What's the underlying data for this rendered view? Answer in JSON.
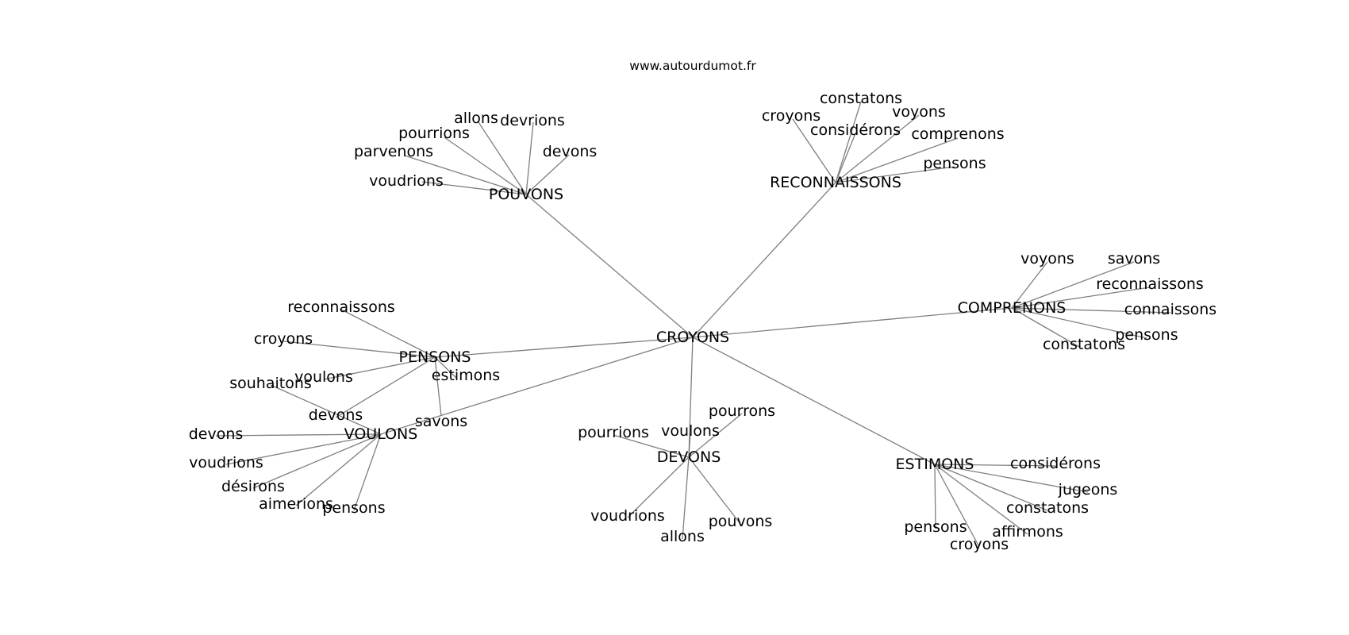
{
  "site": "www.autourdumot.fr",
  "graph": {
    "root": "CROYONS",
    "hubs": [
      {
        "id": "POUVONS",
        "label": "POUVONS",
        "leaves": [
          "voudrions",
          "parvenons",
          "pourrions",
          "allons",
          "devrions",
          "devons"
        ]
      },
      {
        "id": "RECONNAISSONS",
        "label": "RECONNAISSONS",
        "leaves": [
          "croyons",
          "constatons",
          "considérons",
          "voyons",
          "comprenons",
          "pensons"
        ]
      },
      {
        "id": "COMPRENONS",
        "label": "COMPRENONS",
        "leaves": [
          "voyons",
          "savons",
          "reconnaissons",
          "connaissons",
          "pensons",
          "constatons"
        ]
      },
      {
        "id": "PENSONS",
        "label": "PENSONS",
        "leaves": [
          "reconnaissons",
          "croyons",
          "voulons",
          "estimons",
          "savons",
          "devons"
        ]
      },
      {
        "id": "VOULONS",
        "label": "VOULONS",
        "leaves": [
          "souhaitons",
          "devons",
          "voudrions",
          "désirons",
          "aimerions",
          "pensons"
        ]
      },
      {
        "id": "DEVONS",
        "label": "DEVONS",
        "leaves": [
          "pourrions",
          "voulons",
          "pourrons",
          "voudrions",
          "allons",
          "pouvons"
        ]
      },
      {
        "id": "ESTIMONS",
        "label": "ESTIMONS",
        "leaves": [
          "considérons",
          "jugeons",
          "constatons",
          "affirmons",
          "croyons",
          "pensons"
        ]
      }
    ]
  }
}
